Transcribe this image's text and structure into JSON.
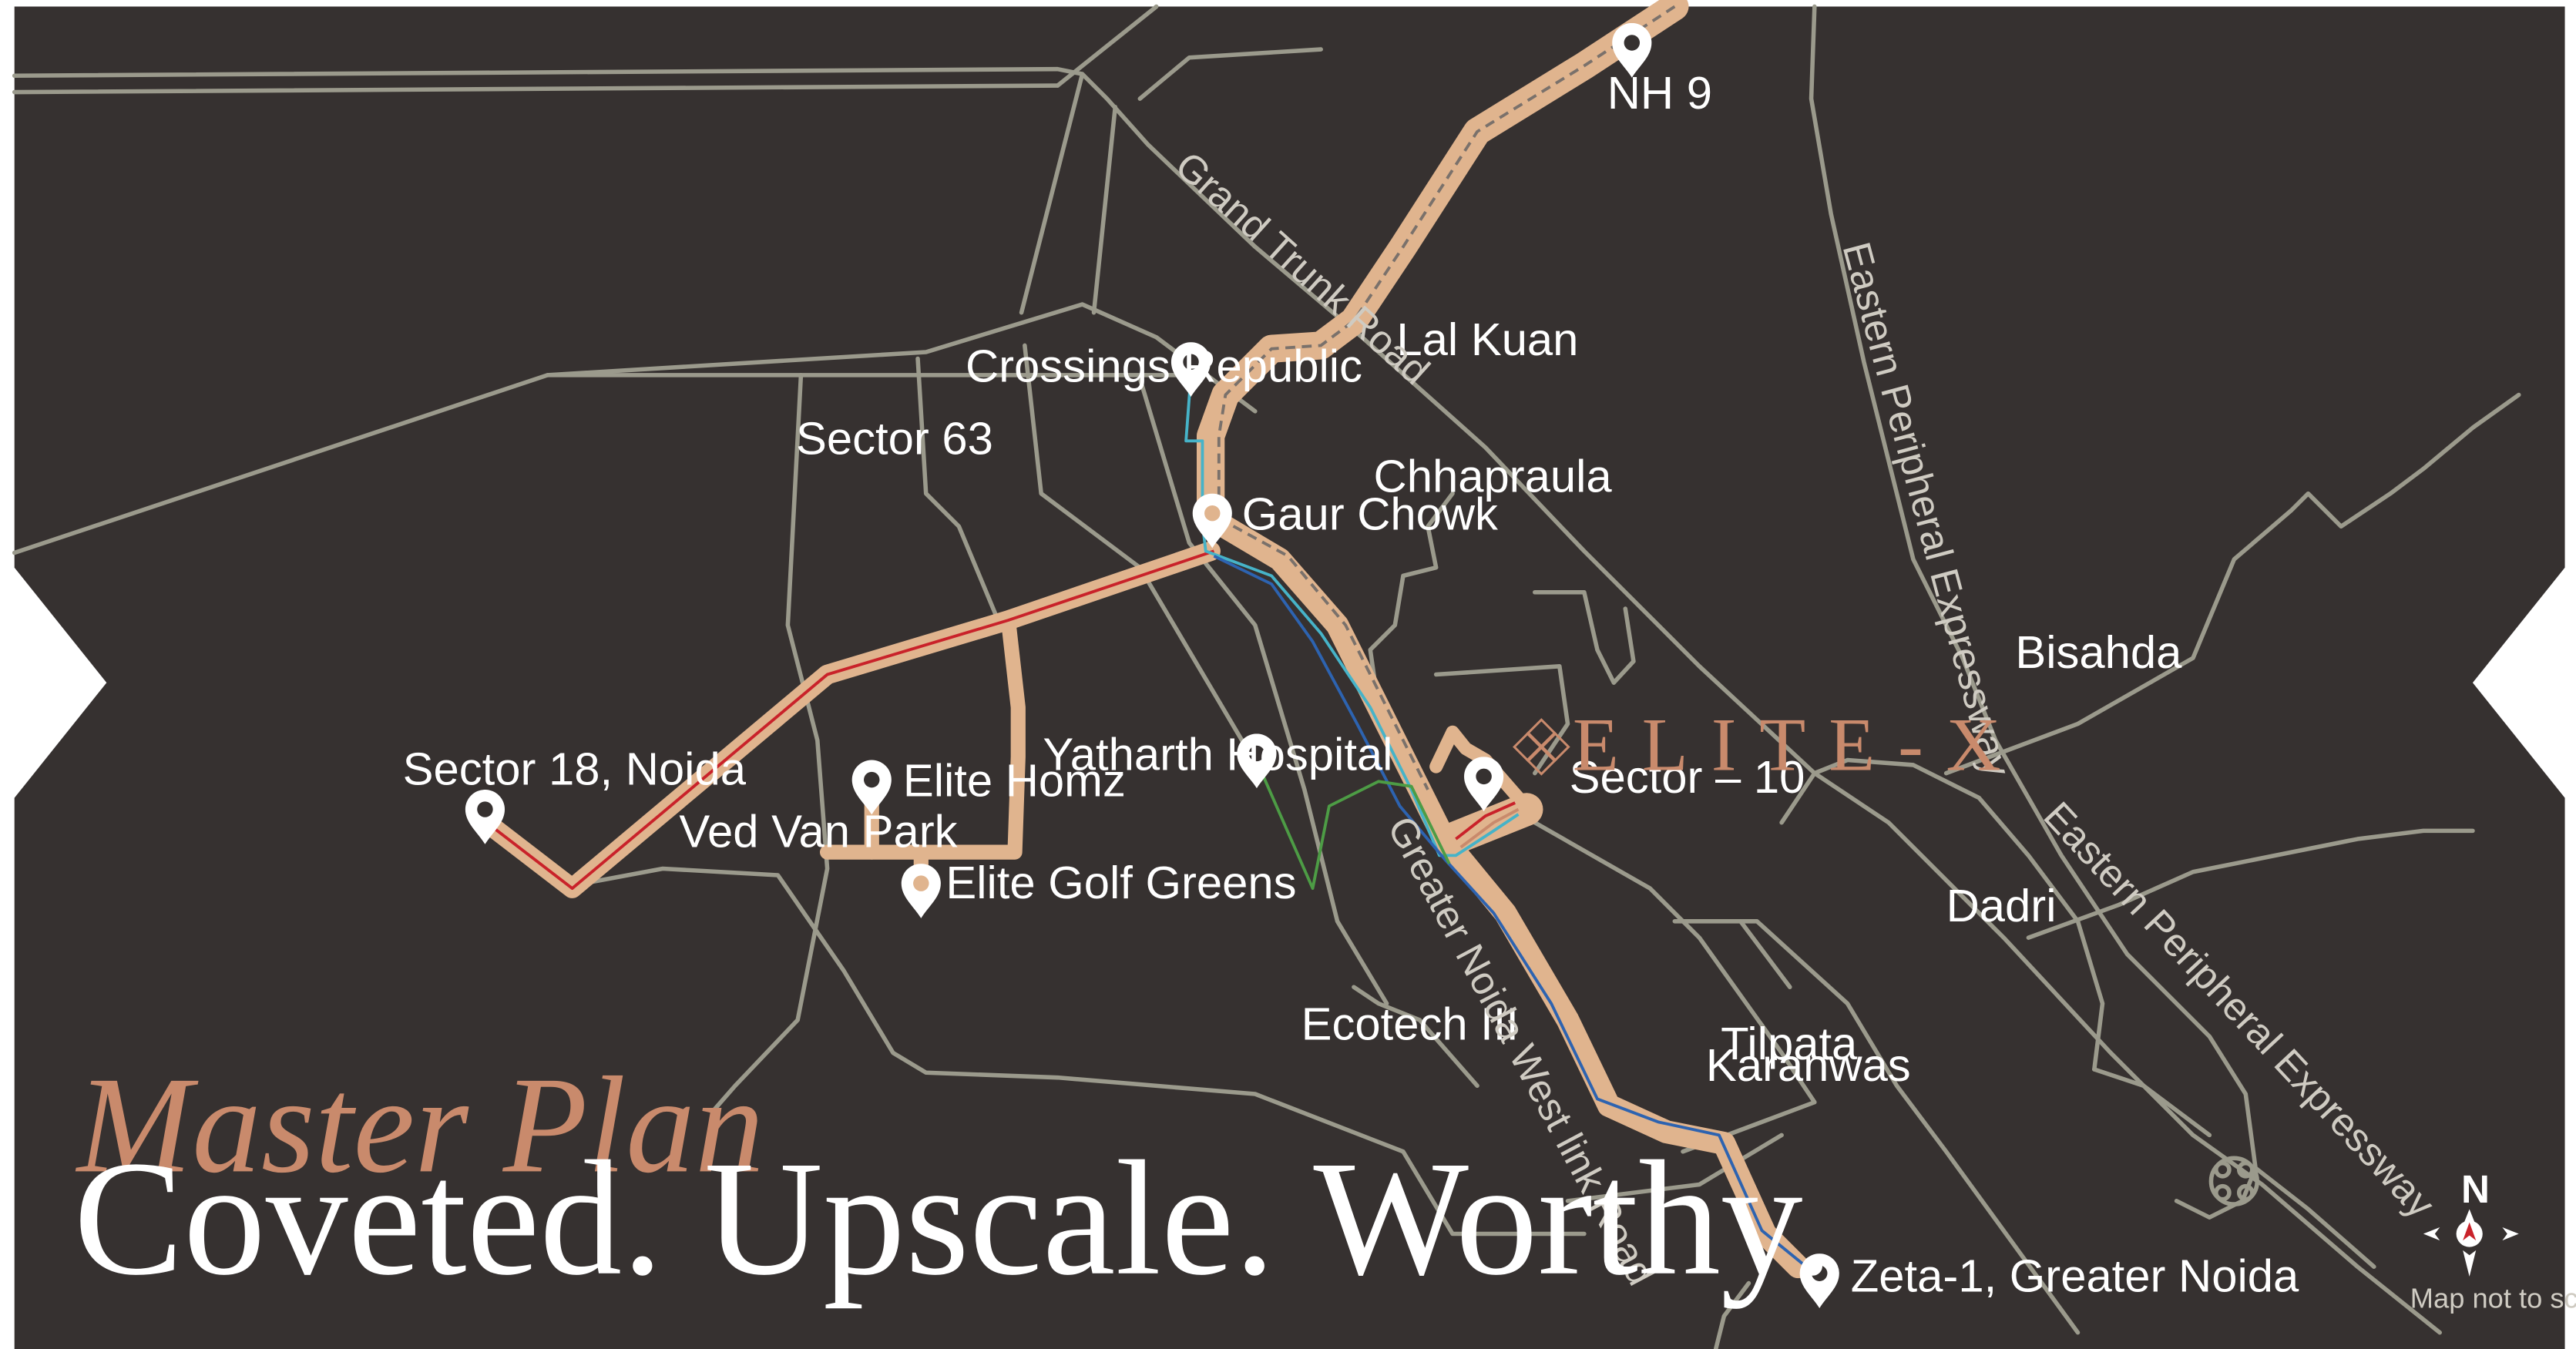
{
  "colors": {
    "background": "#363130",
    "road": "#9b9a8c",
    "route": "#e0b48e",
    "accent": "#c98a6c",
    "line_red": "#c9222a",
    "line_blue": "#2d63b0",
    "line_cyan": "#46b3c8",
    "line_green": "#4d9c45",
    "text": "#ffffff"
  },
  "places": {
    "nh9": "NH 9",
    "lal_kuan": "Lal Kuan",
    "crossings_republic": "Crossings Republic",
    "sector_63": "Sector 63",
    "chhapraula": "Chhapraula",
    "gaur_chowk": "Gaur Chowk",
    "bisahda": "Bisahda",
    "yatharth_hospital": "Yatharth Hospital",
    "sector_18": "Sector 18, Noida",
    "elite_homz": "Elite Homz",
    "ved_van_park": "Ved Van Park",
    "elite_golf_greens": "Elite Golf Greens",
    "sector_10": "Sector – 10",
    "dadri": "Dadri",
    "ecotech_iii": "Ecotech III",
    "tilpata": "Tilpata",
    "karanwas": "Karanwas",
    "zeta_1": "Zeta-1, Greater Noida"
  },
  "road_labels": {
    "grand_trunk": "Grand Trunk Road",
    "eastern_peripheral_1": "Eastern Peripheral Expressway",
    "eastern_peripheral_2": "Eastern Peripheral Expressway",
    "greater_noida_link": "Greater Noida West link Road"
  },
  "logo": {
    "icon": "elite-x-diamond-icon",
    "text": "ELITE-X"
  },
  "title": "Master Plan",
  "tagline": "Coveted. Upscale. Worthy.",
  "compass": {
    "north": "N",
    "icon": "compass-icon",
    "note": "Map not to scale"
  }
}
